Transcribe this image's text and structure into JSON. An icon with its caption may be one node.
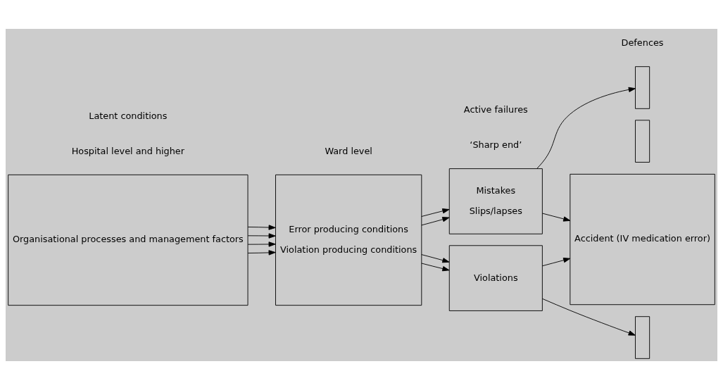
{
  "diagram": {
    "nodes": [
      {
        "text": [
          "Organisational processes and management factors"
        ]
      },
      {
        "text": [
          "Error producing conditions",
          "Violation producing conditions"
        ]
      },
      {
        "text": [
          "Mistakes",
          "Slips/lapses"
        ]
      },
      {
        "text": [
          "Violations"
        ]
      },
      {
        "text": [],
        "shape": "bar"
      },
      {
        "text": [],
        "shape": "bar"
      },
      {
        "text": [],
        "shape": "bar"
      },
      {
        "text": [
          "Accident (IV medication error)"
        ]
      }
    ],
    "edges": [
      {
        "from": 0,
        "to": 1,
        "arrow": "to"
      },
      {
        "from": 0,
        "to": 1,
        "arrow": "to"
      },
      {
        "from": 0,
        "to": 1,
        "arrow": "to"
      },
      {
        "from": 0,
        "to": 1,
        "arrow": "to"
      },
      {
        "from": 1,
        "to": 2,
        "arrow": "to"
      },
      {
        "from": 1,
        "to": 2,
        "arrow": "to"
      },
      {
        "from": 1,
        "to": 3,
        "arrow": "to"
      },
      {
        "from": 1,
        "to": 3,
        "arrow": "to"
      },
      {
        "from": 2,
        "to": 4,
        "arrow": "to"
      },
      {
        "from": 2,
        "to": 7,
        "arrow": "to"
      },
      {
        "from": 3,
        "to": 7,
        "arrow": "to"
      },
      {
        "from": 3,
        "to": 6,
        "arrow": "to"
      }
    ],
    "labels": [
      "Latent conditions",
      "Hospital level and higher",
      "Ward level",
      "Active failures",
      "‘Sharp end’",
      "Defences"
    ]
  }
}
